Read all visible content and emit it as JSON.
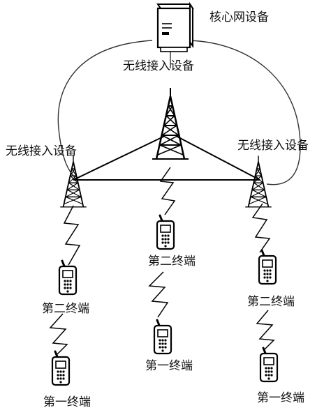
{
  "core": {
    "label": "核心网设备"
  },
  "access_points": [
    {
      "id": "center",
      "label": "无线接入设备"
    },
    {
      "id": "left",
      "label": "无线接入设备"
    },
    {
      "id": "right",
      "label": "无线接入设备"
    }
  ],
  "terminals": [
    {
      "id": "left-second",
      "label": "第二终端"
    },
    {
      "id": "left-first",
      "label": "第一终端"
    },
    {
      "id": "center-second",
      "label": "第二终端"
    },
    {
      "id": "center-first",
      "label": "第一终端"
    },
    {
      "id": "right-second",
      "label": "第二终端"
    },
    {
      "id": "right-first",
      "label": "第一终端"
    }
  ]
}
